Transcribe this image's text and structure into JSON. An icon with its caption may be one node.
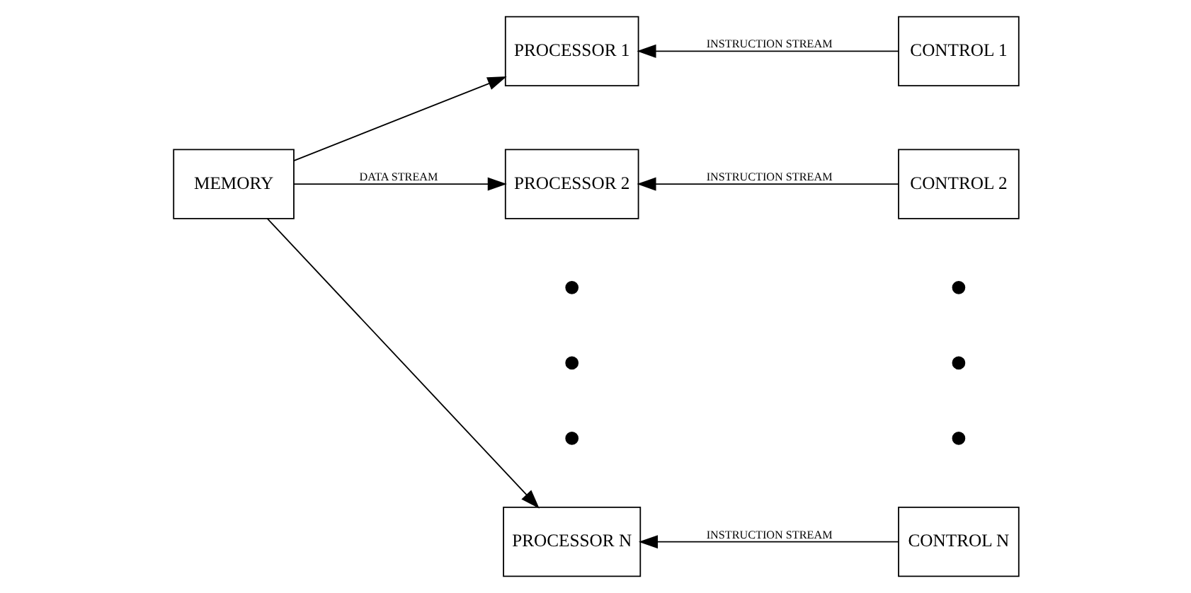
{
  "diagram": {
    "nodes": [
      {
        "text": [
          "MEMORY"
        ]
      },
      {
        "text": [
          "PROCESSOR 1"
        ]
      },
      {
        "text": [
          "PROCESSOR 2"
        ]
      },
      {
        "text": [
          "PROCESSOR N"
        ]
      },
      {
        "text": [
          "CONTROL 1"
        ]
      },
      {
        "text": [
          "CONTROL 2"
        ]
      },
      {
        "text": [
          "CONTROL N"
        ]
      }
    ],
    "edges": [
      {
        "from": 0,
        "to": 1,
        "arrow": "to"
      },
      {
        "from": 0,
        "to": 2,
        "arrow": "to",
        "label": "DATA STREAM"
      },
      {
        "from": 0,
        "to": 3,
        "arrow": "to"
      },
      {
        "from": 4,
        "to": 1,
        "arrow": "to",
        "label": "INSTRUCTION STREAM"
      },
      {
        "from": 5,
        "to": 2,
        "arrow": "to",
        "label": "INSTRUCTION STREAM"
      },
      {
        "from": 6,
        "to": 3,
        "arrow": "to",
        "label": "INSTRUCTION STREAM"
      }
    ]
  }
}
